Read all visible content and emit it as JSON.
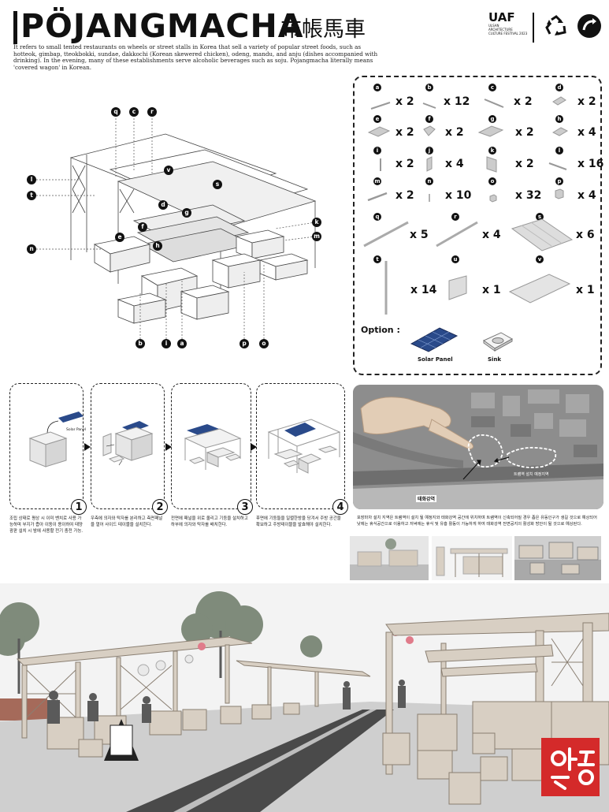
{
  "header": {
    "title": "PÖJANGMACHA",
    "title_cjk": "布帳馬車",
    "description": "It refers to small tented restaurants on wheels or street stalls in Korea that sell a variety of popular street foods, such as hotteok, gimbap, tteokbokki, sundae, dakkochi (Korean skewered chicken), odeng, mandu, and anju (dishes accompanied with drinking). In the evening, many of these establishments serve alcoholic beverages such as soju. Pojangmacha literally means 'covered wagon' in Korean.",
    "logo_text": "UAF",
    "logo_subtext": [
      "ULSAN",
      "ARCHITECTURE",
      "CULTURE FESTIVAL 2023"
    ]
  },
  "exploded": {
    "callouts": [
      "q",
      "c",
      "r",
      "l",
      "t",
      "v",
      "s",
      "d",
      "g",
      "k",
      "m",
      "f",
      "e",
      "n",
      "h",
      "b",
      "i",
      "a",
      "p",
      "o"
    ]
  },
  "parts": [
    {
      "letter": "a",
      "qty": "x 2"
    },
    {
      "letter": "b",
      "qty": "x 12"
    },
    {
      "letter": "c",
      "qty": "x 2"
    },
    {
      "letter": "d",
      "qty": "x 2"
    },
    {
      "letter": "e",
      "qty": "x 2"
    },
    {
      "letter": "f",
      "qty": "x 2"
    },
    {
      "letter": "g",
      "qty": "x 2"
    },
    {
      "letter": "h",
      "qty": "x 4"
    },
    {
      "letter": "i",
      "qty": "x 2"
    },
    {
      "letter": "j",
      "qty": "x 4"
    },
    {
      "letter": "k",
      "qty": "x 2"
    },
    {
      "letter": "l",
      "qty": "x 16"
    },
    {
      "letter": "m",
      "qty": "x 2"
    },
    {
      "letter": "n",
      "qty": "x 10"
    },
    {
      "letter": "o",
      "qty": "x 32"
    },
    {
      "letter": "p",
      "qty": "x 4"
    },
    {
      "letter": "q",
      "qty": "x 5"
    },
    {
      "letter": "r",
      "qty": "x 4"
    },
    {
      "letter": "s",
      "qty": "x 6"
    },
    {
      "letter": "t",
      "qty": "x 14"
    },
    {
      "letter": "u",
      "qty": "x 1"
    },
    {
      "letter": "v",
      "qty": "x 1"
    }
  ],
  "option": {
    "label": "Option :",
    "items": [
      "Solar Panel",
      "Sink"
    ]
  },
  "steps": [
    {
      "num": "1",
      "tag": "Solar Panel",
      "text": "조립 상태로 평상 시 이미 벤치로 사용 가능하며 부지가 좁아 이동이 용이하여 태양광판 설치 시 밤에 사용할 전기 충전 가능."
    },
    {
      "num": "2",
      "tag": "",
      "text": "우측에 의자와 탁자를 분리하고 측면패널을 열어 사이드 테이블을 설치한다."
    },
    {
      "num": "3",
      "tag": "",
      "text": "전면에 패널을 위로 올리고 기둥을 설치하고 하부에 의자와 탁자를 배치한다."
    },
    {
      "num": "4",
      "tag": "",
      "text": "후면에 기둥들을 일렬한방을 당겨서 주방 공간을 확보하고 주방테이블을 발효해야 설치한다."
    }
  ],
  "site": {
    "label_station": "태화강역",
    "label_site": "트램역 설치 예정지역",
    "text": "포장마차 설치 지역은 트램역이 설치 될 예정지와 태화강역 공간에 위치하며 트램역이 신축되어질 경우 좁은 유동인구가 생길 것으로 예상되어 낮에는 휴식공간으로 이용하고 저녁에는 휴식 및 유흥 활동이 가능하게 하여 태화강역 전면공지의 활성화 방안이 될 것으로 예상된다."
  },
  "render": {
    "stamp_text": "아름"
  },
  "colors": {
    "ink": "#111111",
    "wood": "#d8cfc3",
    "sky": "#f2f2f2",
    "road": "#4a4a4a",
    "stamp": "#d42a2a",
    "solar": "#2a4a8a"
  }
}
